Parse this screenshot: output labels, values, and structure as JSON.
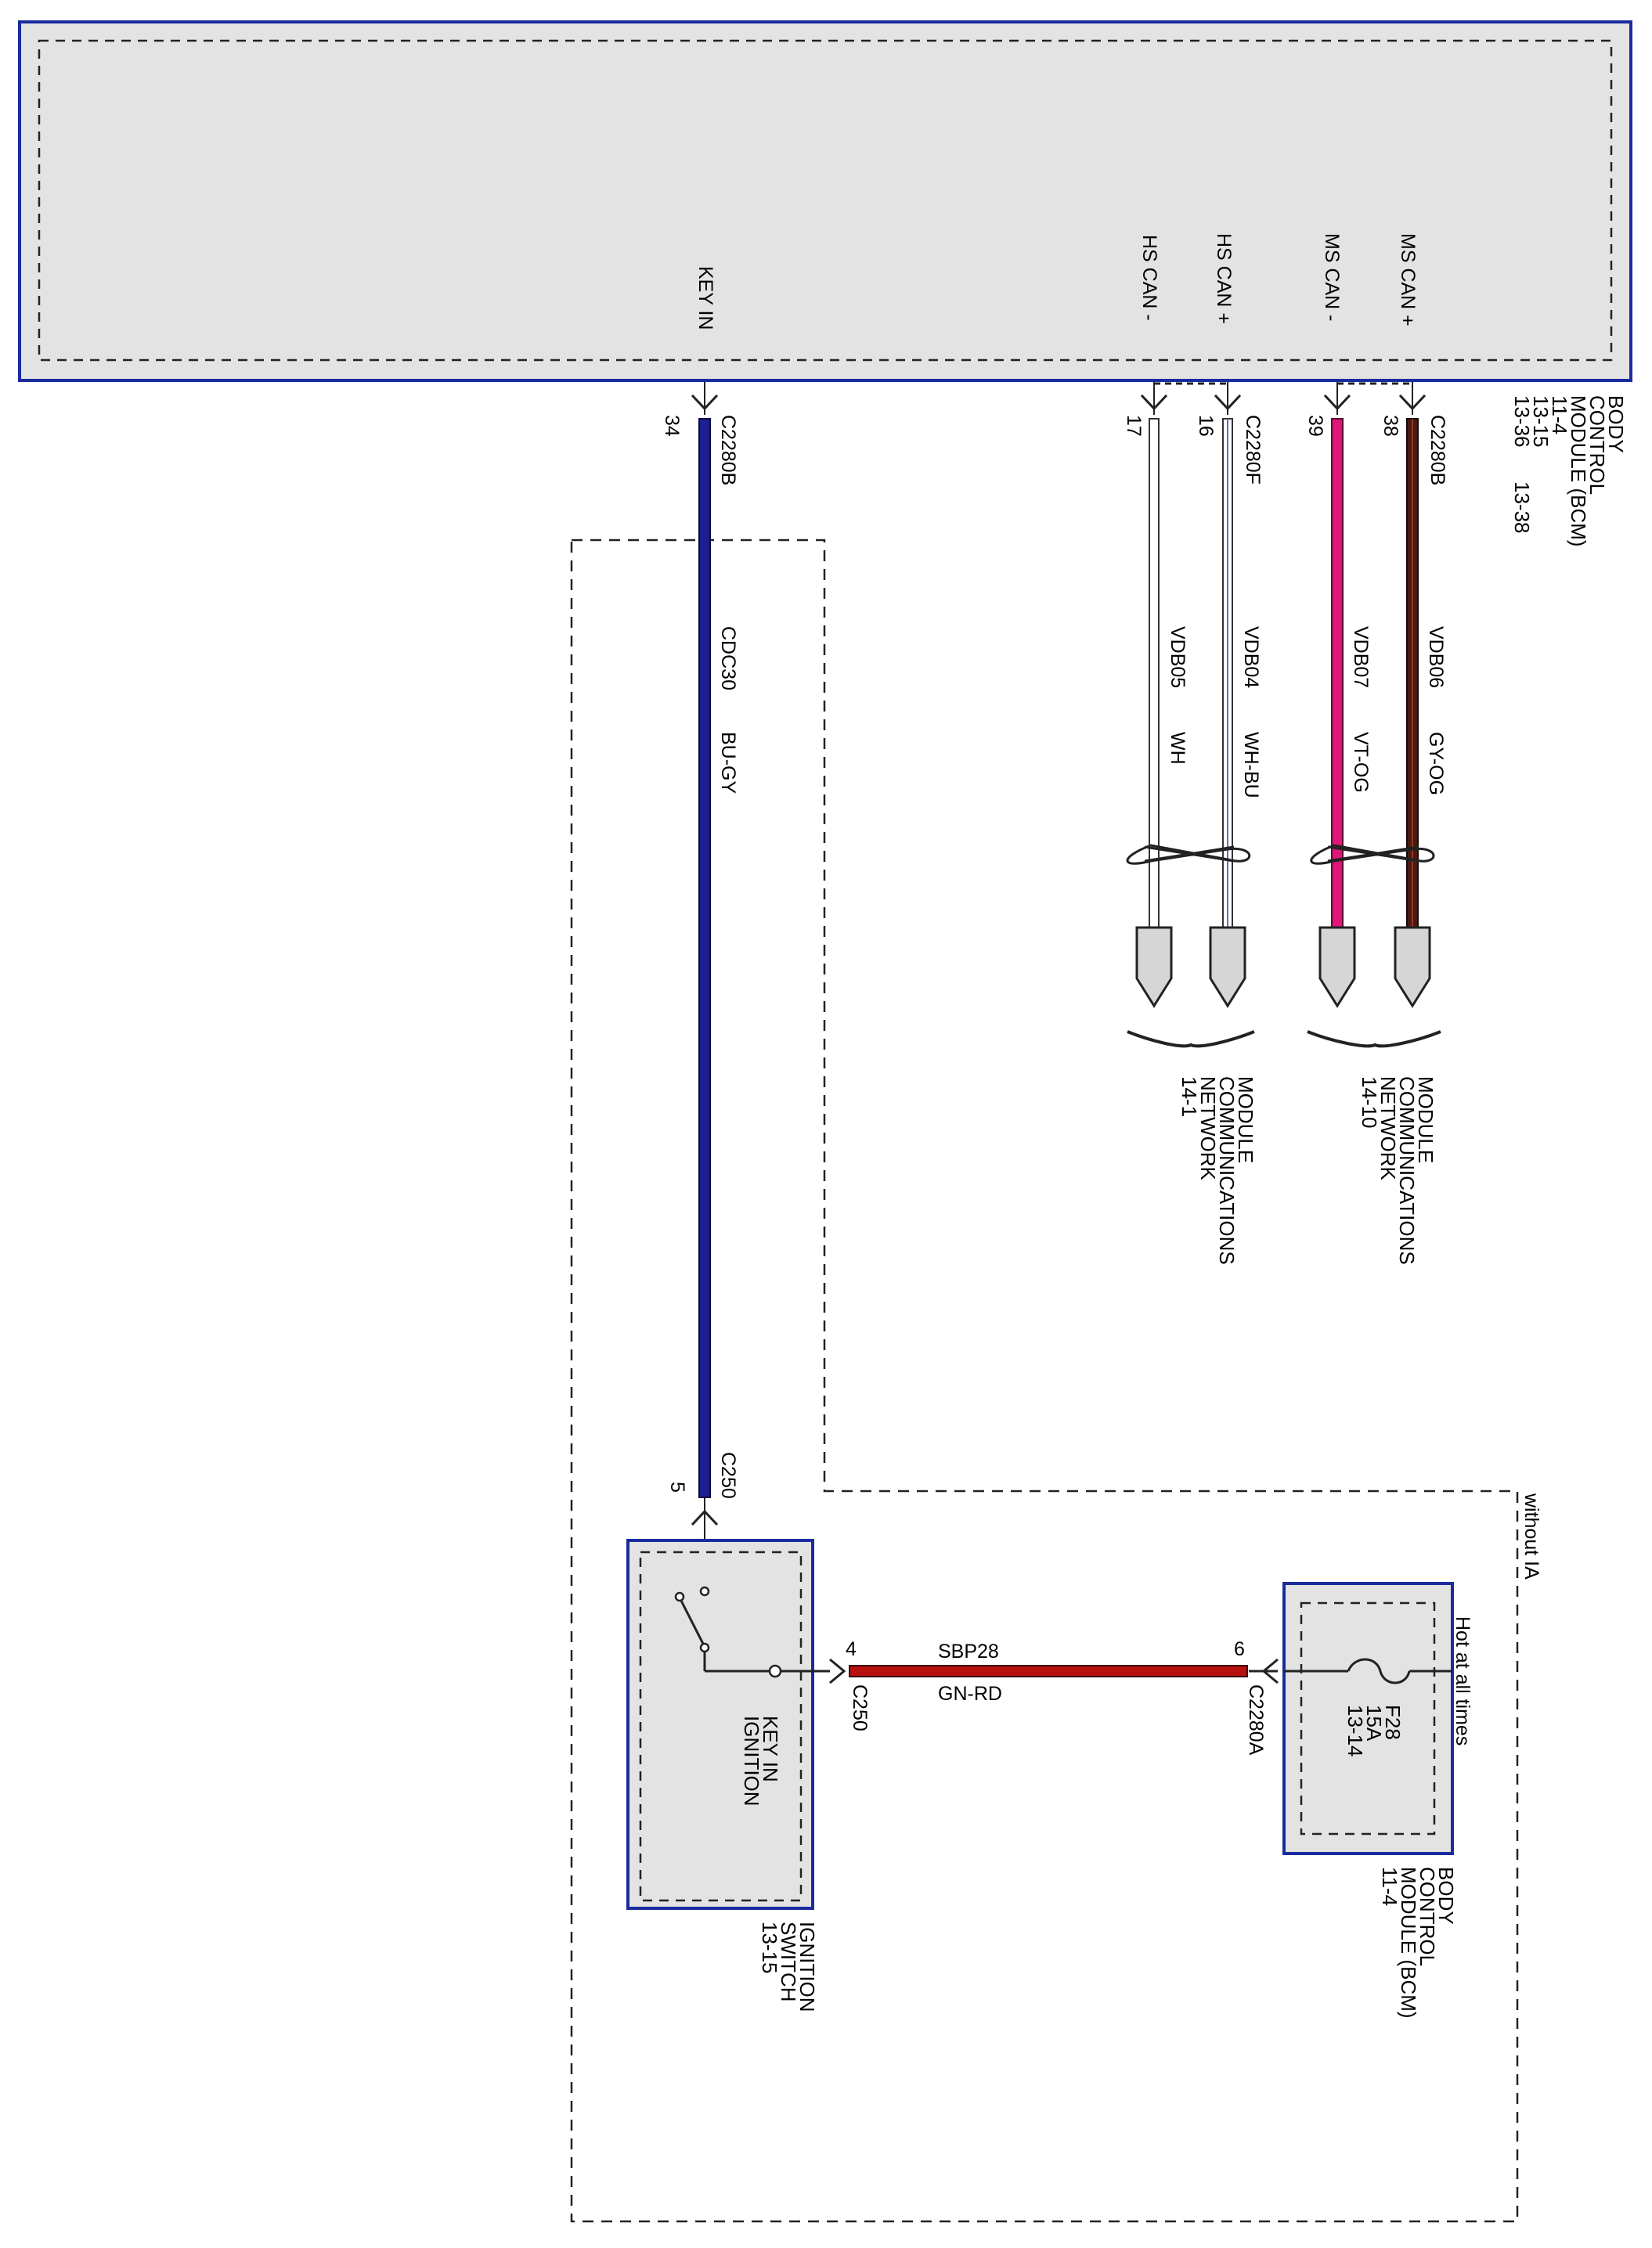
{
  "colors": {
    "module_border": "#1a2b9e",
    "module_fill": "#e3e3e3",
    "wire_bu_gy": "#1c1f8f",
    "wire_vt_og": "#e0157a",
    "wire_gy_og": "#4a1a12",
    "wire_gn_rd": "#b80f0f",
    "wire_wh": "#ffffff"
  },
  "bcm_top": {
    "title_lines": [
      "BODY",
      "CONTROL",
      "MODULE (BCM)"
    ],
    "refs": [
      "11-4",
      "13-15",
      "13-36",
      "13-38"
    ],
    "pins": {
      "key_in": "KEY IN",
      "hs_can_minus": "HS CAN -",
      "hs_can_plus": "HS CAN +",
      "ms_can_minus": "MS CAN -",
      "ms_can_plus": "MS CAN +"
    }
  },
  "connectors": {
    "c2280b": "C2280B",
    "c2280f": "C2280F",
    "c2280b_2": "C2280B",
    "c250_top": "C250",
    "c250_right": "C250",
    "c2280a": "C2280A"
  },
  "pin_numbers": {
    "key_in": "34",
    "hs_minus": "17",
    "hs_plus": "16",
    "ms_minus": "39",
    "ms_plus": "38",
    "c250_top": "5",
    "c250_right": "4",
    "c2280a": "6"
  },
  "wires": [
    {
      "circuit": "CDC30",
      "color_code": "BU-GY"
    },
    {
      "circuit": "VDB05",
      "color_code": "WH"
    },
    {
      "circuit": "VDB04",
      "color_code": "WH-BU"
    },
    {
      "circuit": "VDB07",
      "color_code": "VT-OG"
    },
    {
      "circuit": "VDB06",
      "color_code": "GY-OG"
    },
    {
      "circuit": "SBP28",
      "color_code": "GN-RD"
    }
  ],
  "network_refs": [
    {
      "lines": [
        "MODULE",
        "COMMUNICATIONS",
        "NETWORK",
        "14-1"
      ]
    },
    {
      "lines": [
        "MODULE",
        "COMMUNICATIONS",
        "NETWORK",
        "14-10"
      ]
    }
  ],
  "ignition_switch": {
    "inner_label_lines": [
      "KEY IN",
      "IGNITION"
    ],
    "title_lines": [
      "IGNITION",
      "SWITCH",
      "13-15"
    ]
  },
  "bcm_bottom": {
    "hot_label": "Hot at all times",
    "fuse_lines": [
      "F28",
      "15A",
      "13-14"
    ],
    "title_lines": [
      "BODY",
      "CONTROL",
      "MODULE (BCM)",
      "11-4"
    ]
  },
  "option_label": "without IA"
}
